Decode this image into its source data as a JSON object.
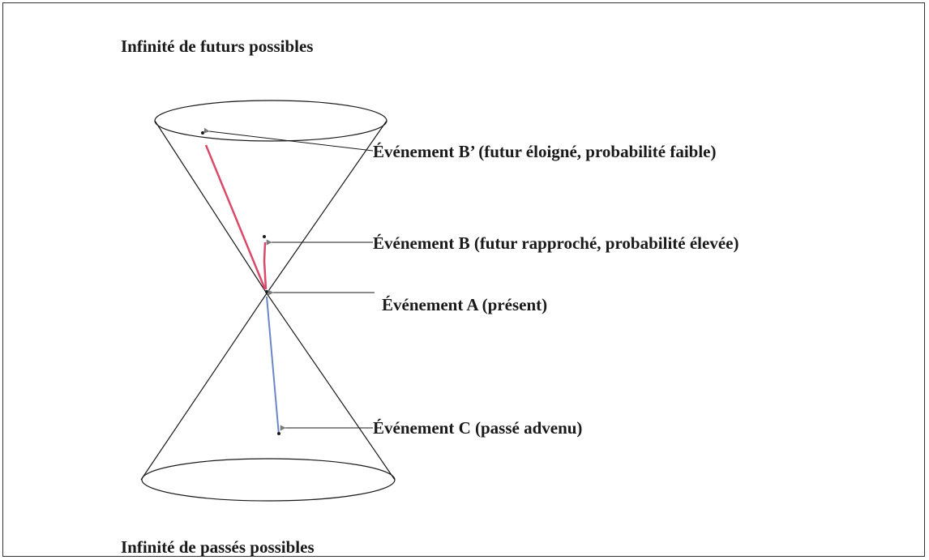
{
  "diagram": {
    "top_title": "Infinité de futurs possibles",
    "bottom_title": "Infinité de passés possibles",
    "events": {
      "b_prime": "Événement B’ (futur éloigné, probabilité faible)",
      "b": "Événement B (futur rapproché, probabilité élevée)",
      "a": "Événement A (présent)",
      "c": "Événement C (passé advenu)"
    },
    "colors": {
      "future_path": "#d94a6a",
      "past_path": "#6a86c8",
      "arrow": "#7a7a7a",
      "line": "#1a1a1a"
    }
  }
}
